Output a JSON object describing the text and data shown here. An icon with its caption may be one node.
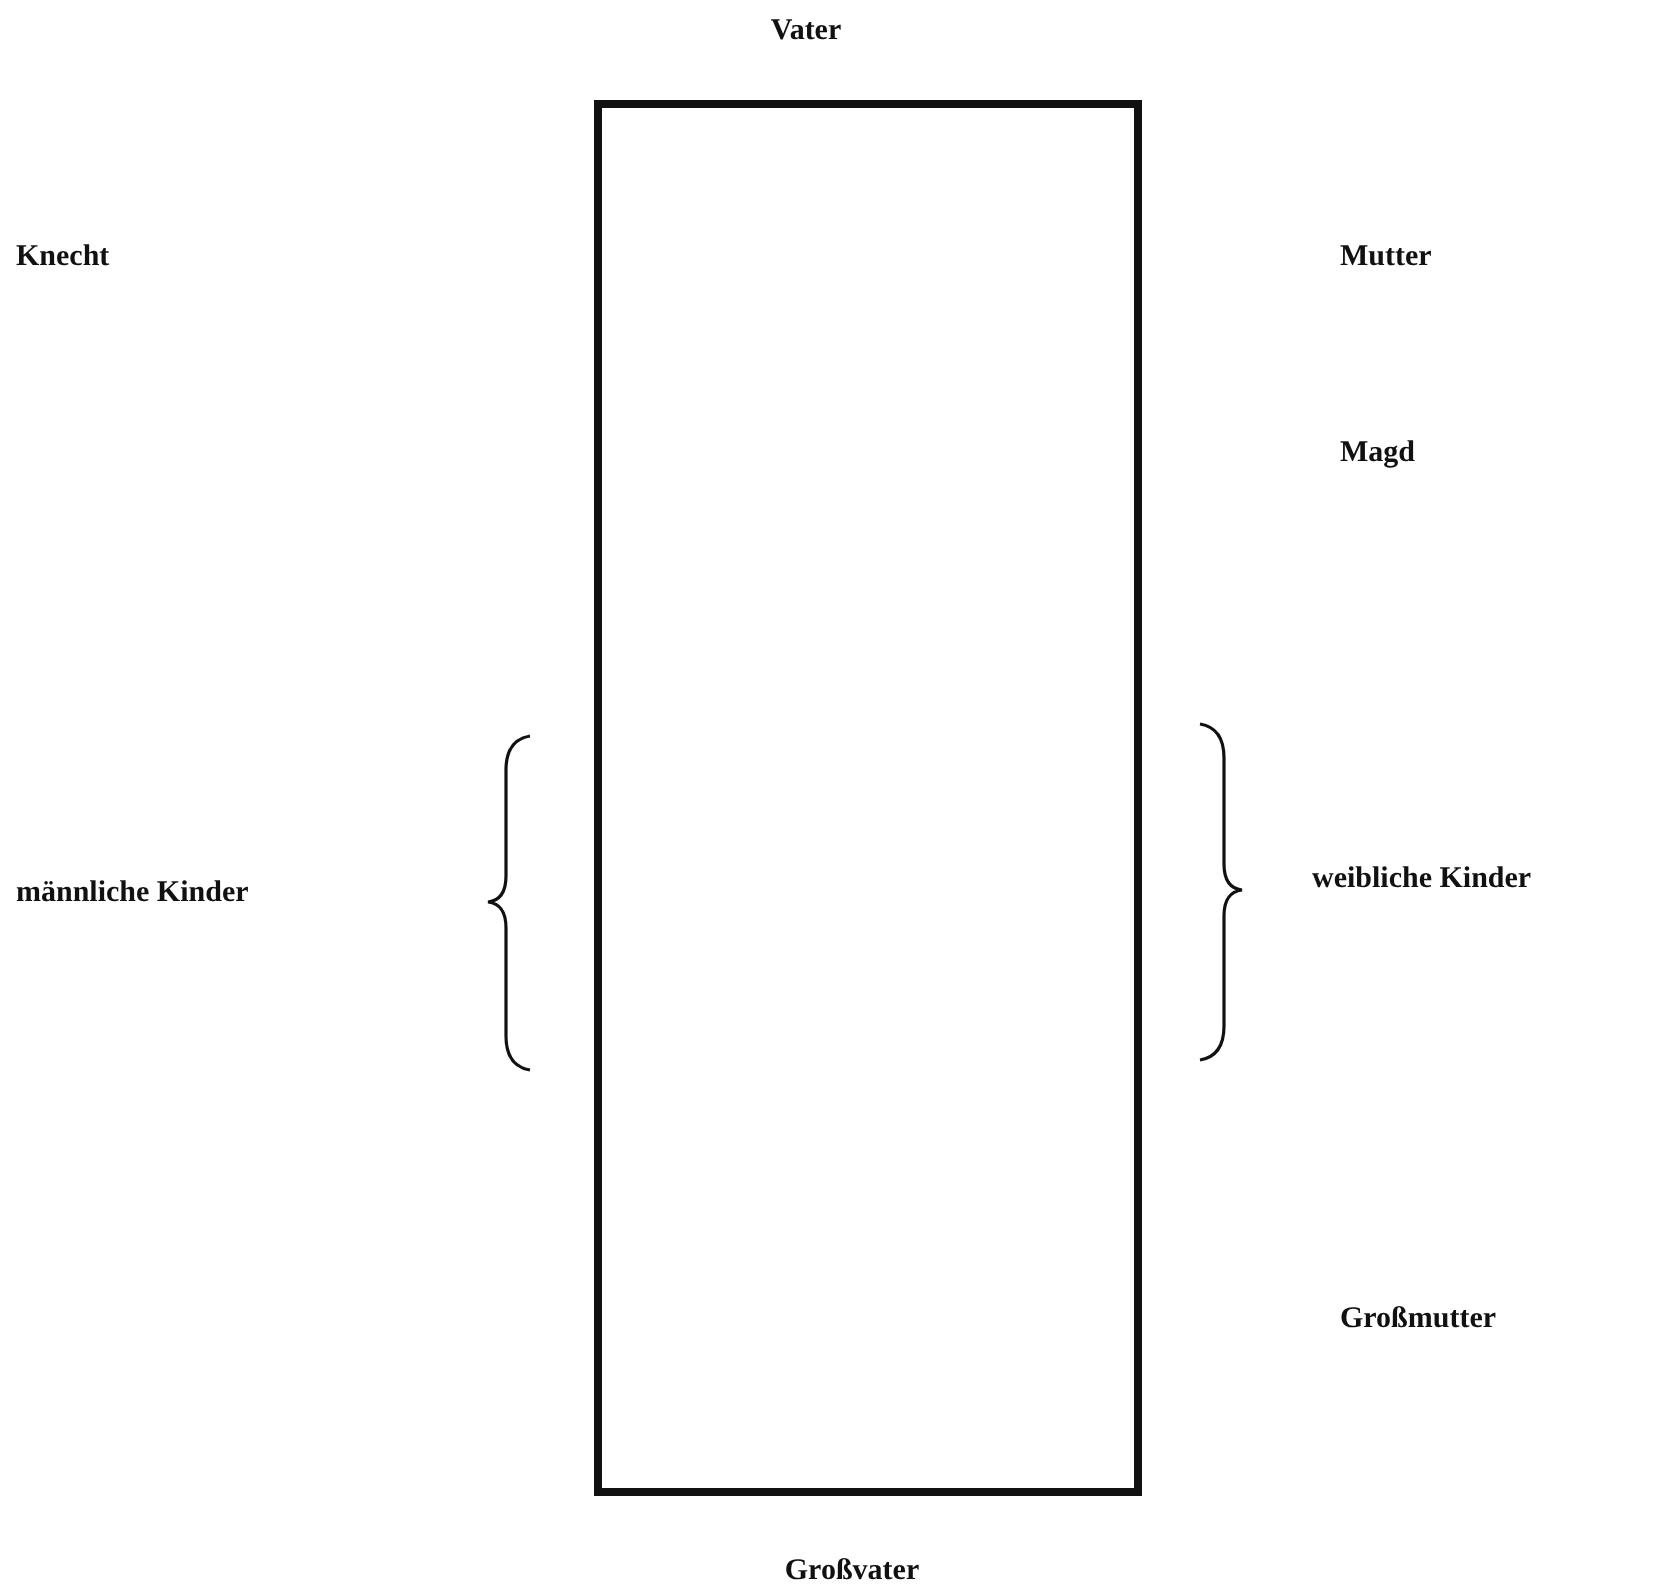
{
  "diagram": {
    "nodes": [
      {
        "text": [],
        "shape": "box"
      }
    ],
    "labels": [
      "Vater",
      "Knecht",
      "Mutter",
      "Magd",
      "männliche Kinder",
      "weibliche Kinder",
      "Großmutter",
      "Großvater"
    ]
  }
}
